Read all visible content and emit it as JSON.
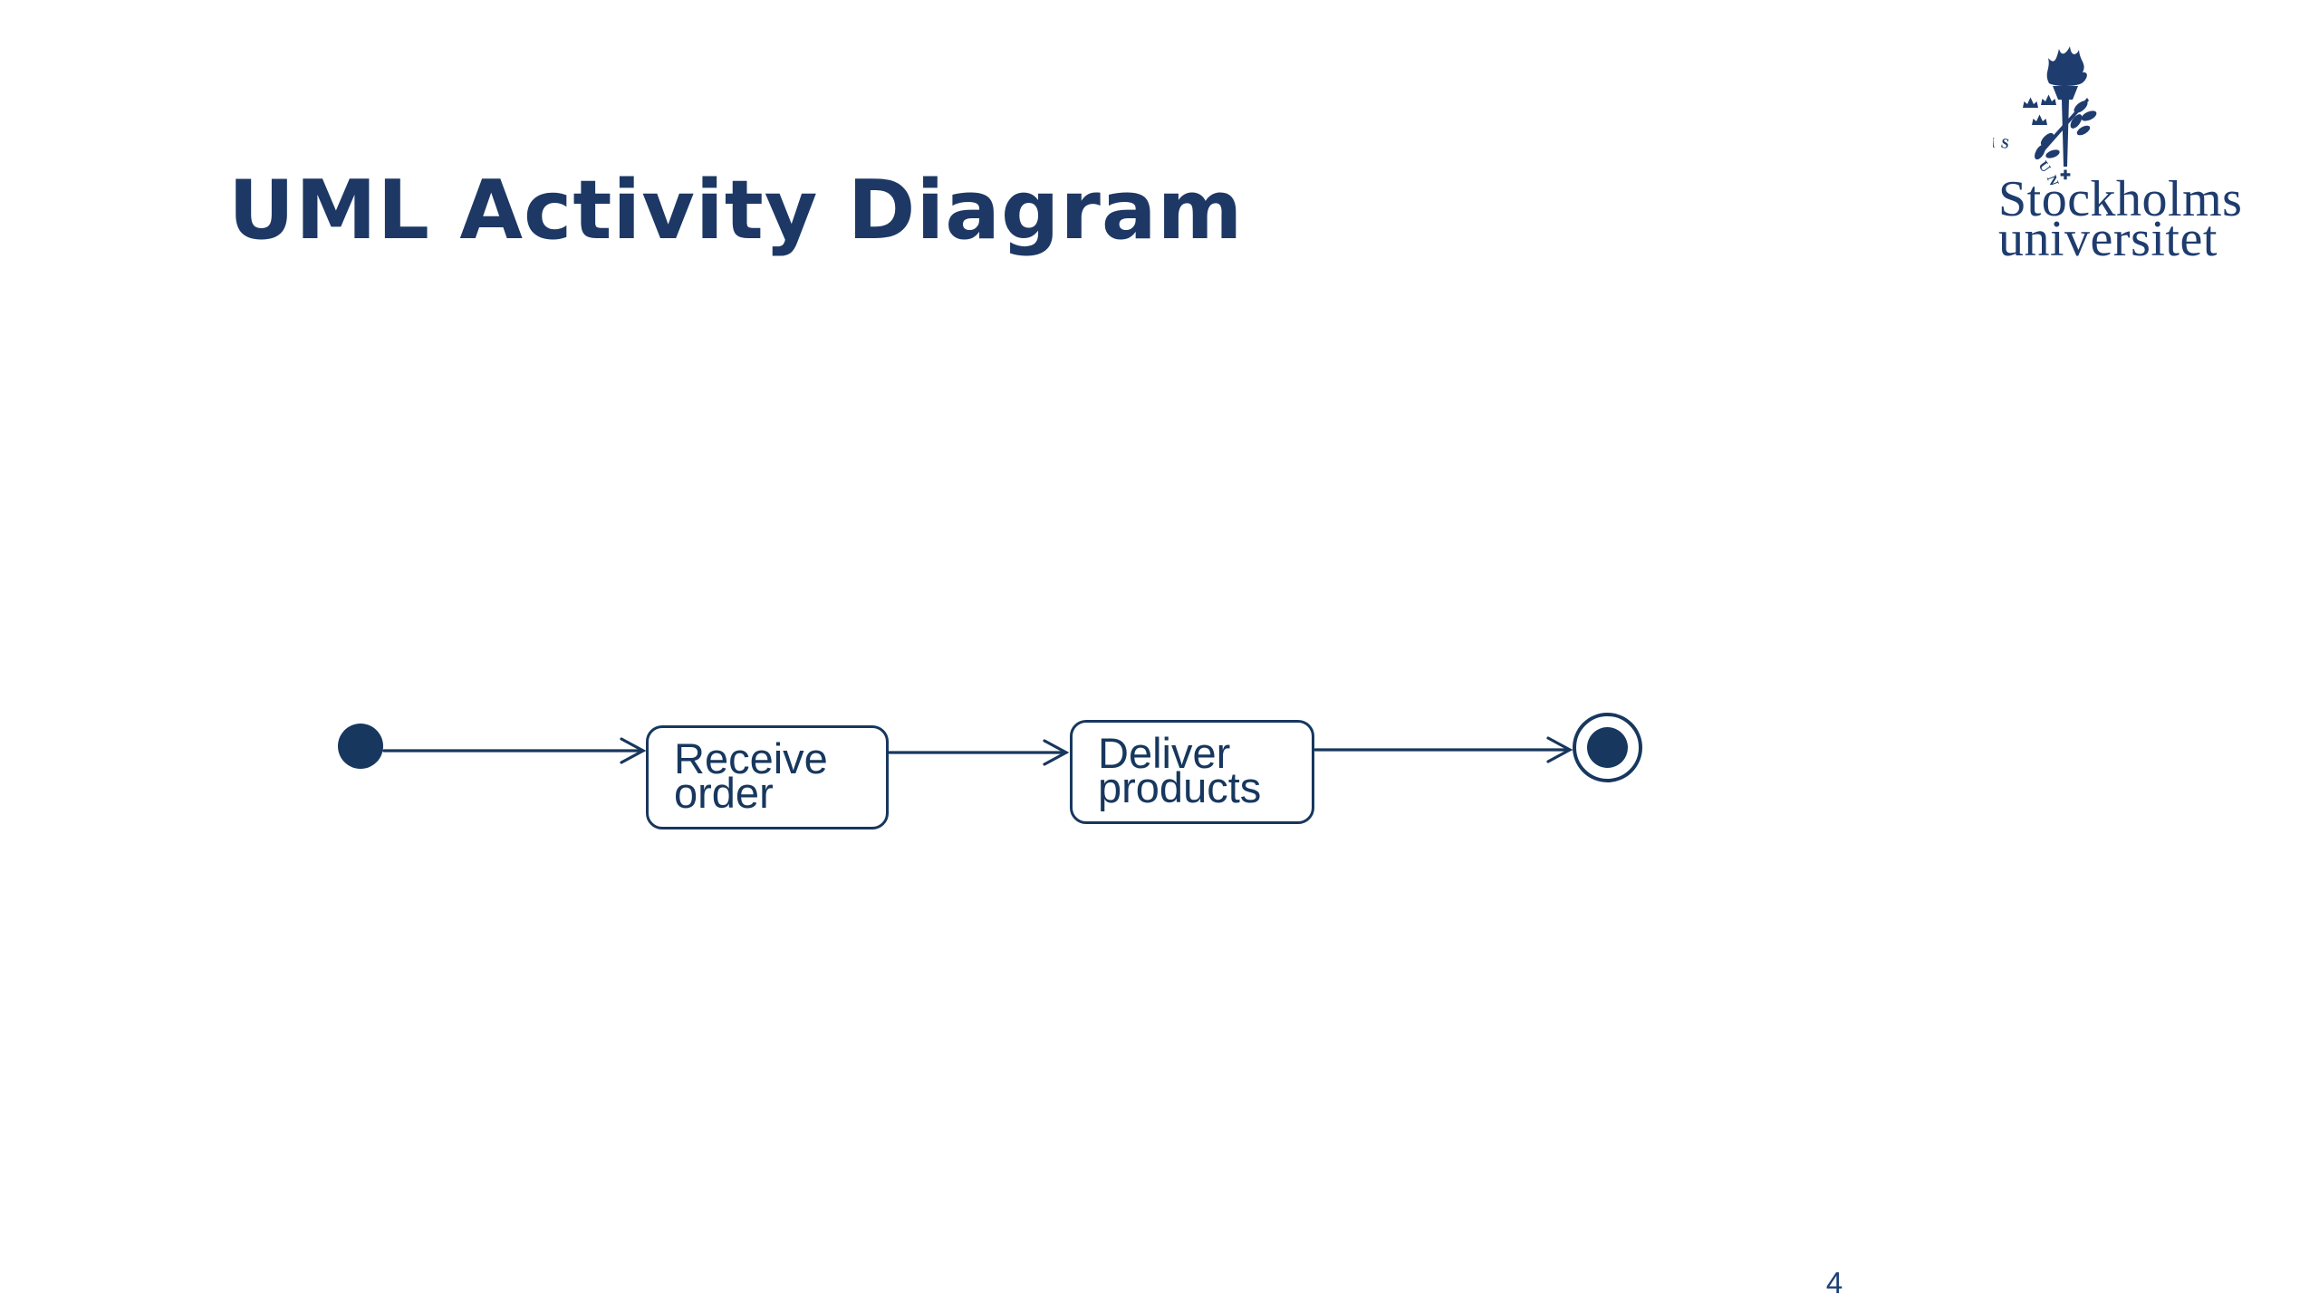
{
  "slide": {
    "title": "UML Activity Diagram",
    "page_number": "4"
  },
  "logo": {
    "seal_ring_text": "UNIVERSITET ✶ STOCKHOLMS",
    "seal_bottom_mark": "✚",
    "wordmark_line1": "Stockholms",
    "wordmark_line2": "universitet"
  },
  "diagram": {
    "type": "uml-activity",
    "nodes": [
      {
        "id": "start",
        "kind": "initial-node"
      },
      {
        "id": "action1",
        "kind": "action",
        "label_line1": "Receive",
        "label_line2": "order"
      },
      {
        "id": "action2",
        "kind": "action",
        "label_line1": "Deliver",
        "label_line2": "products"
      },
      {
        "id": "end",
        "kind": "final-node"
      }
    ],
    "edges": [
      {
        "from": "start",
        "to": "action1"
      },
      {
        "from": "action1",
        "to": "action2"
      },
      {
        "from": "action2",
        "to": "end"
      }
    ]
  },
  "colors": {
    "navy": "#17375e",
    "title_navy": "#1d3864",
    "logo_navy": "#1e3c6e"
  }
}
